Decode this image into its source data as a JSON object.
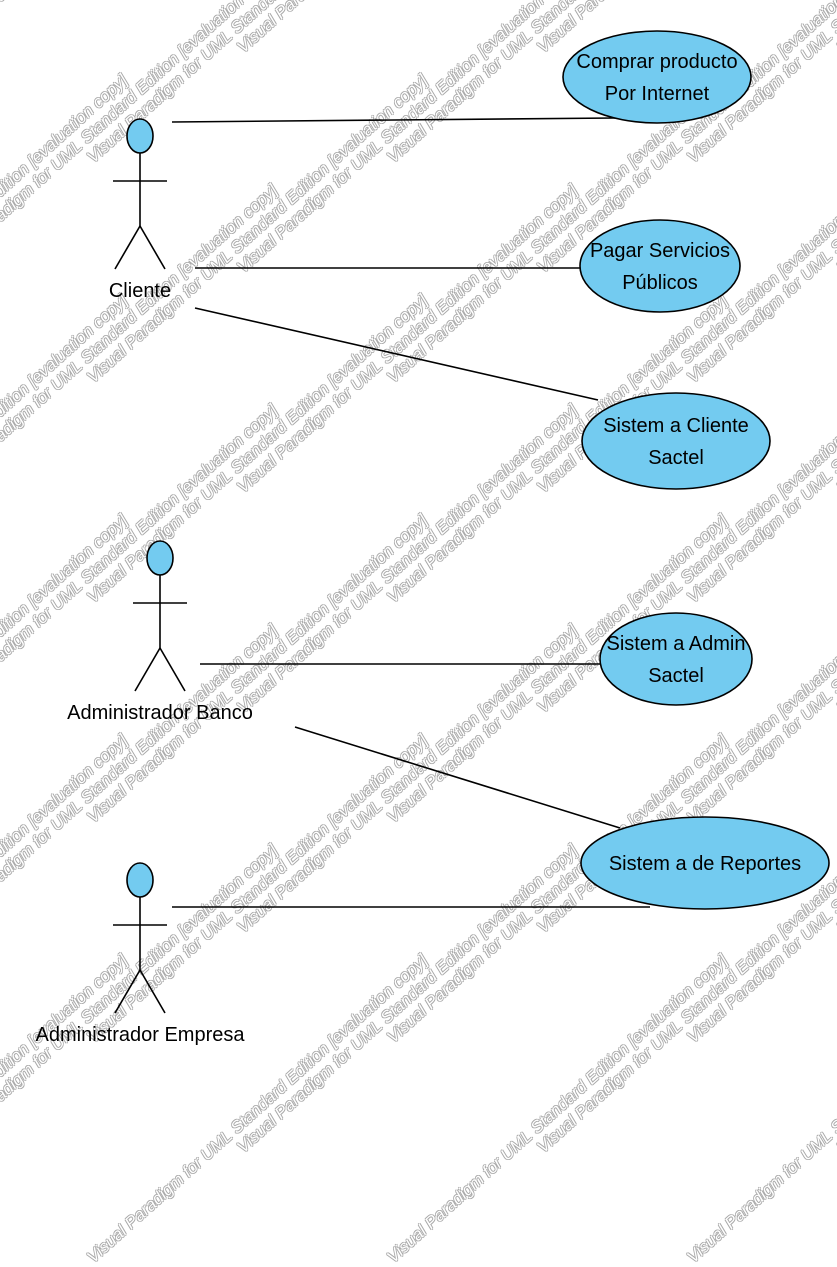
{
  "diagram": {
    "actors": [
      {
        "id": "cliente",
        "label": "Cliente"
      },
      {
        "id": "admin-banco",
        "label": "Administrador Banco"
      },
      {
        "id": "admin-empresa",
        "label": "Administrador Empresa"
      }
    ],
    "use_cases": [
      {
        "id": "comprar",
        "lines": [
          "Comprar producto",
          "Por Internet"
        ]
      },
      {
        "id": "pagar",
        "lines": [
          "Pagar Servicios",
          "Públicos"
        ]
      },
      {
        "id": "cliente-sactel",
        "lines": [
          "Sistem a Cliente",
          "Sactel"
        ]
      },
      {
        "id": "admin-sactel",
        "lines": [
          "Sistem a Admin",
          "Sactel"
        ]
      },
      {
        "id": "reportes",
        "lines": [
          "Sistem a de Reportes"
        ]
      }
    ],
    "associations": [
      {
        "from": "cliente",
        "to": "comprar"
      },
      {
        "from": "cliente",
        "to": "pagar"
      },
      {
        "from": "cliente",
        "to": "cliente-sactel"
      },
      {
        "from": "admin-banco",
        "to": "admin-sactel"
      },
      {
        "from": "admin-banco",
        "to": "reportes"
      },
      {
        "from": "admin-empresa",
        "to": "reportes"
      }
    ],
    "colors": {
      "fill": "#73cbf0",
      "stroke": "#000000"
    }
  },
  "watermark": {
    "phrases": [
      "Visual Paradigm for UML Standard Edition [evaluation copy]"
    ]
  }
}
